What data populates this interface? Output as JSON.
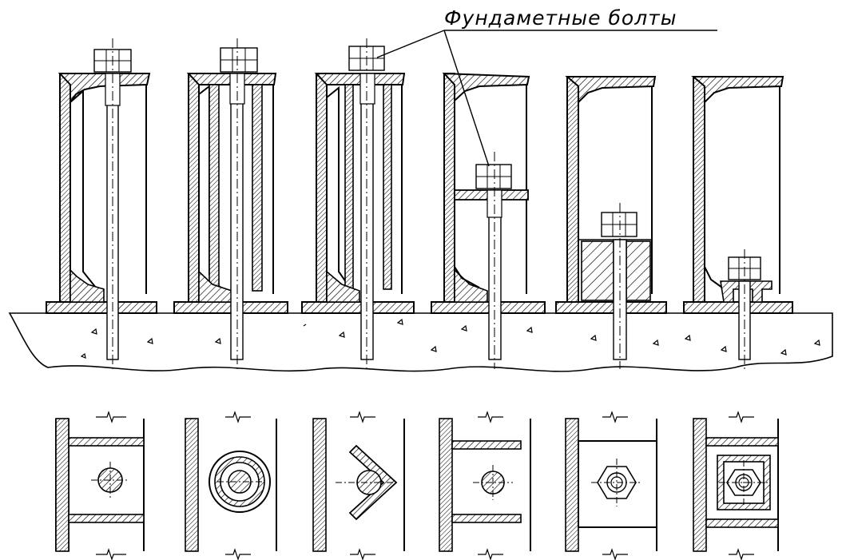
{
  "callout": {
    "label": "Фундаметные болты",
    "targets": [
      "section-3-bolt",
      "section-4-bolt"
    ]
  },
  "sections": [
    {
      "id": 1,
      "support": "ribs",
      "bolt_position": "top-plate"
    },
    {
      "id": 2,
      "support": "tube",
      "bolt_position": "top-plate"
    },
    {
      "id": 3,
      "support": "angle",
      "bolt_position": "top-plate"
    },
    {
      "id": 4,
      "support": "shelf",
      "bolt_position": "mid-shelf"
    },
    {
      "id": 5,
      "support": "filled-box",
      "bolt_position": "low-block"
    },
    {
      "id": 6,
      "support": "box-plate",
      "bolt_position": "base"
    }
  ],
  "colors": {
    "ink": "#000000",
    "paper": "#ffffff"
  }
}
